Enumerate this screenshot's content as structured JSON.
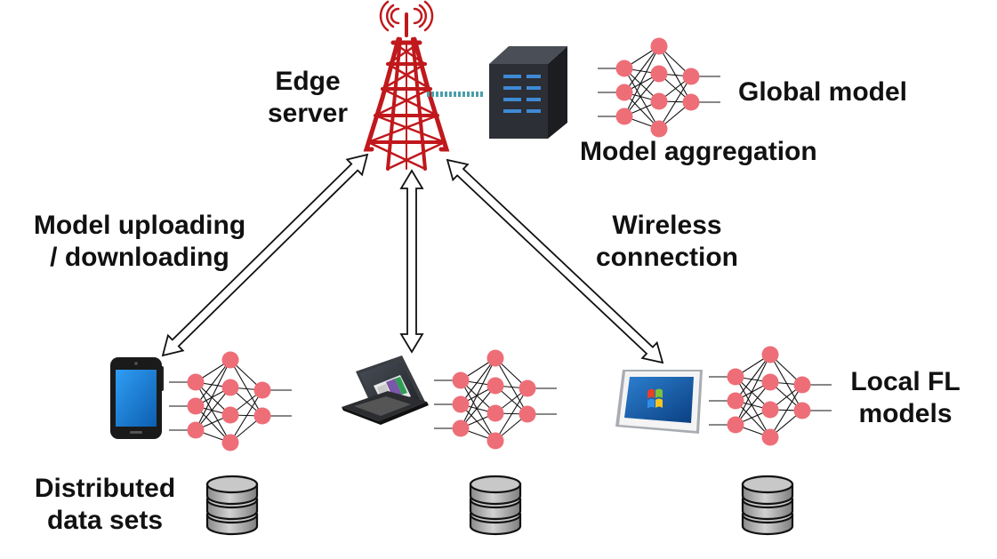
{
  "labels": {
    "edge_server": "Edge\nserver",
    "global_model": "Global model",
    "model_aggregation": "Model aggregation",
    "model_uploading": "Model uploading\n/ downloading",
    "wireless_connection": "Wireless\nconnection",
    "local_fl_models": "Local FL\nmodels",
    "distributed_data_sets": "Distributed\ndata sets"
  },
  "colors": {
    "tower": "#c0181c",
    "node": "#ee6e78",
    "server_body": "#2a2d33",
    "server_led": "#3e8ad6",
    "server_link": "#4a9ea8",
    "database": "#b8b8b8",
    "phone_screen": "#1e88e5",
    "tablet_screen": "#1463b8"
  },
  "icons": [
    "tower-icon",
    "server-icon",
    "phone-icon",
    "laptop-icon",
    "tablet-icon",
    "database-icon",
    "neural-network-icon"
  ]
}
